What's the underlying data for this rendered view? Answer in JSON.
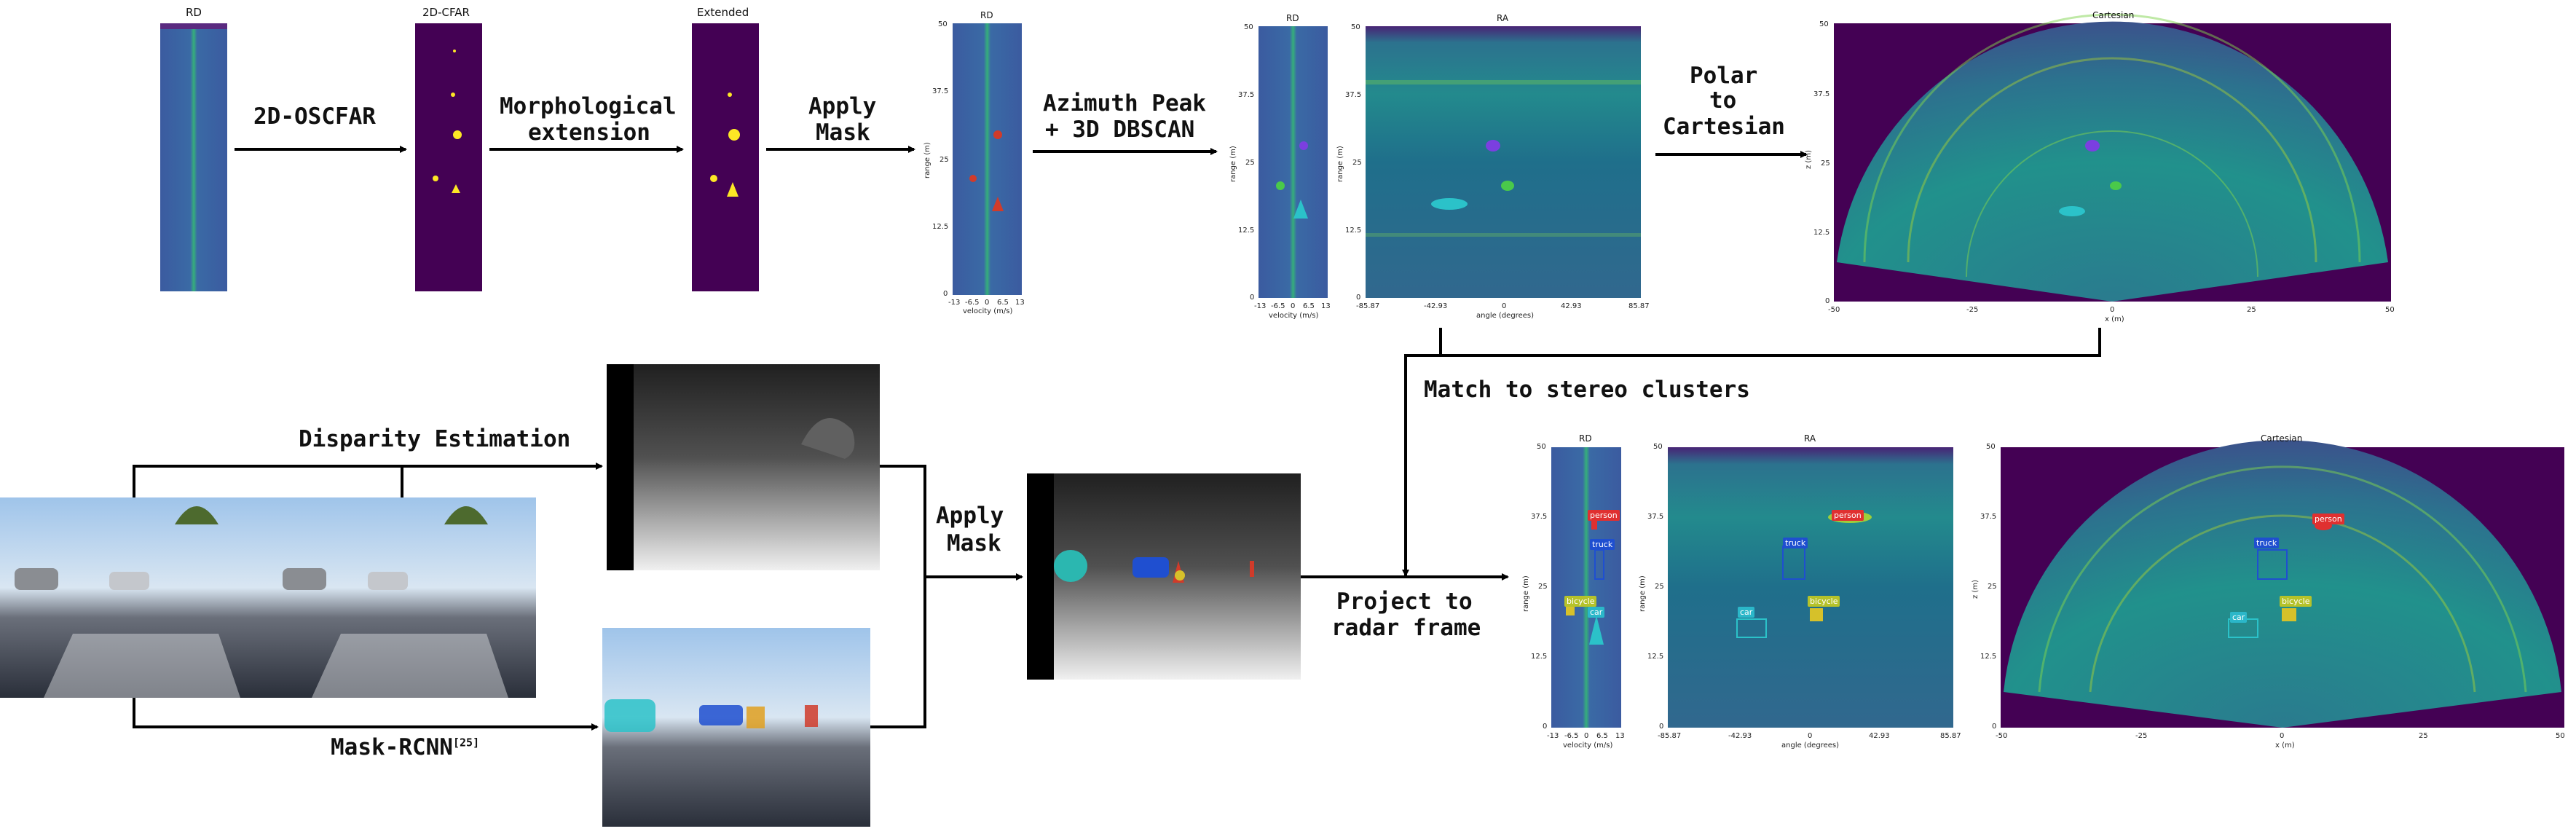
{
  "steps": {
    "oscfar": "2D-OSCFAR",
    "morph_1": "Morphological",
    "morph_2": "extension",
    "apply_mask_top_1": "Apply",
    "apply_mask_top_2": "Mask",
    "azimuth_1": "Azimuth Peak",
    "azimuth_2": "+ 3D DBSCAN",
    "polar_1": "Polar",
    "polar_2": "to",
    "polar_3": "Cartesian",
    "match": "Match to stereo clusters",
    "disparity": "Disparity Estimation",
    "maskrcnn": "Mask-RCNN",
    "maskrcnn_ref": "[25]",
    "apply_mask_bottom_1": "Apply",
    "apply_mask_bottom_2": "Mask",
    "project_1": "Project to",
    "project_2": "radar frame"
  },
  "panels": {
    "rd": "RD",
    "cfar": "2D-CFAR",
    "extended": "Extended",
    "rd_masked": "RD",
    "rd_clustered": "RD",
    "ra": "RA",
    "cartesian": "Cartesian",
    "out_rd": "RD",
    "out_ra": "RA",
    "out_cartesian": "Cartesian"
  },
  "axes": {
    "range_label": "range (m)",
    "velocity_label": "velocity (m/s)",
    "angle_label": "angle (degrees)",
    "z_label": "z (m)",
    "x_label": "x (m)",
    "range_ticks": [
      "50",
      "37.5",
      "25",
      "12.5",
      "0"
    ],
    "velocity_ticks": [
      "-13",
      "-6.5",
      "0",
      "6.5",
      "13"
    ],
    "angle_ticks": [
      "-85.87",
      "-42.93",
      "0",
      "42.93",
      "85.87"
    ],
    "x_ticks": [
      "-50",
      "-25",
      "0",
      "25",
      "50"
    ]
  },
  "detections": {
    "person": "person",
    "truck": "truck",
    "bicycle": "bicycle",
    "car": "car"
  },
  "colors": {
    "arrow": "#000000",
    "viridis_dark": "#440154",
    "viridis_mid": "#21918c",
    "viridis_light": "#fde725",
    "person_tag": "#e03030",
    "truck_tag": "#1f4fd0",
    "bicycle_tag": "#b5c22a",
    "car_tag": "#2bb7c9"
  }
}
